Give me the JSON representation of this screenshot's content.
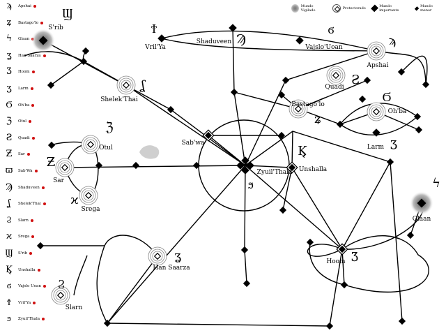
{
  "legend": {
    "vigilado": "Mundo Vigilado",
    "protectorado": "Protectorado",
    "importante": "Mundo importante",
    "menor": "Mundo menor"
  },
  "sidebar": [
    {
      "label": "Apshai",
      "glyph": "ϡ"
    },
    {
      "label": "Bastago'lo",
      "glyph": "ʑ"
    },
    {
      "label": "Glaan",
      "glyph": "ϟ"
    },
    {
      "label": "Han Saarza",
      "glyph": "ʓ"
    },
    {
      "label": "Hoom",
      "glyph": "Ʒ"
    },
    {
      "label": "Larm",
      "glyph": "ʒ"
    },
    {
      "label": "Oh'ba",
      "glyph": "Ϭ"
    },
    {
      "label": "Otul",
      "glyph": "ℨ"
    },
    {
      "label": "Quadi",
      "glyph": "Ƨ"
    },
    {
      "label": "Sar",
      "glyph": "Ƶ"
    },
    {
      "label": "Sab'Wa",
      "glyph": "ϖ"
    },
    {
      "label": "Shaduveen",
      "glyph": "Ϡ"
    },
    {
      "label": "Shelek'Thai",
      "glyph": "ʆ"
    },
    {
      "label": "Slarn",
      "glyph": "Ϩ"
    },
    {
      "label": "Srega",
      "glyph": "ϰ"
    },
    {
      "label": "S'rib",
      "glyph": "Ϣ"
    },
    {
      "label": "Unshalla",
      "glyph": "Ϗ"
    },
    {
      "label": "Vajslo Uoan",
      "glyph": "ϭ"
    },
    {
      "label": "Vril'Ya",
      "glyph": "Ϯ"
    },
    {
      "label": "Zyuil'Thala",
      "glyph": "ϧ"
    }
  ],
  "worlds": [
    {
      "id": "srib",
      "label": "S'rib",
      "type": "vigilado",
      "glyph": "Ϣ"
    },
    {
      "id": "vrilya",
      "label": "Vril'Ya",
      "type": "menor",
      "glyph": "Ϯ"
    },
    {
      "id": "shaduveen",
      "label": "Shaduveen",
      "type": "menor",
      "glyph": "Ϡ"
    },
    {
      "id": "vajslo",
      "label": "Vajslo'Uoan",
      "type": "menor",
      "glyph": "ϭ"
    },
    {
      "id": "apshai",
      "label": "Apshai",
      "type": "protectorado",
      "glyph": "ϡ"
    },
    {
      "id": "quadi",
      "label": "Quadi",
      "type": "protectorado",
      "glyph": "Ƨ"
    },
    {
      "id": "shelek",
      "label": "Shelek'Thai",
      "type": "protectorado",
      "glyph": "ʆ"
    },
    {
      "id": "bastago",
      "label": "Bastago'lo",
      "type": "protectorado",
      "glyph": "ʑ"
    },
    {
      "id": "ohba",
      "label": "Oh'ba",
      "type": "protectorado",
      "glyph": "Ϭ"
    },
    {
      "id": "larm",
      "label": "Larm",
      "type": "menor",
      "glyph": "ʒ"
    },
    {
      "id": "sabwa",
      "label": "Sab'wa",
      "type": "importante",
      "glyph": ""
    },
    {
      "id": "otul",
      "label": "Otul",
      "type": "protectorado",
      "glyph": "ℨ"
    },
    {
      "id": "sar",
      "label": "Sar",
      "type": "protectorado",
      "glyph": "Ƶ"
    },
    {
      "id": "srega",
      "label": "Srega",
      "type": "protectorado",
      "glyph": "ϰ"
    },
    {
      "id": "zyuil",
      "label": "Zyuil'Thala",
      "type": "capital",
      "glyph": "ϧ"
    },
    {
      "id": "unshalla",
      "label": "Unshalla",
      "type": "importante",
      "glyph": "Ϗ"
    },
    {
      "id": "glaan",
      "label": "Glaan",
      "type": "vigilado",
      "glyph": "ϟ"
    },
    {
      "id": "hoom",
      "label": "Hoom",
      "type": "importante",
      "glyph": "Ʒ"
    },
    {
      "id": "hansaarza",
      "label": "Han Saarza",
      "type": "protectorado",
      "glyph": "ʓ"
    },
    {
      "id": "slarn",
      "label": "Slarn",
      "type": "protectorado",
      "glyph": "Ϩ"
    }
  ]
}
